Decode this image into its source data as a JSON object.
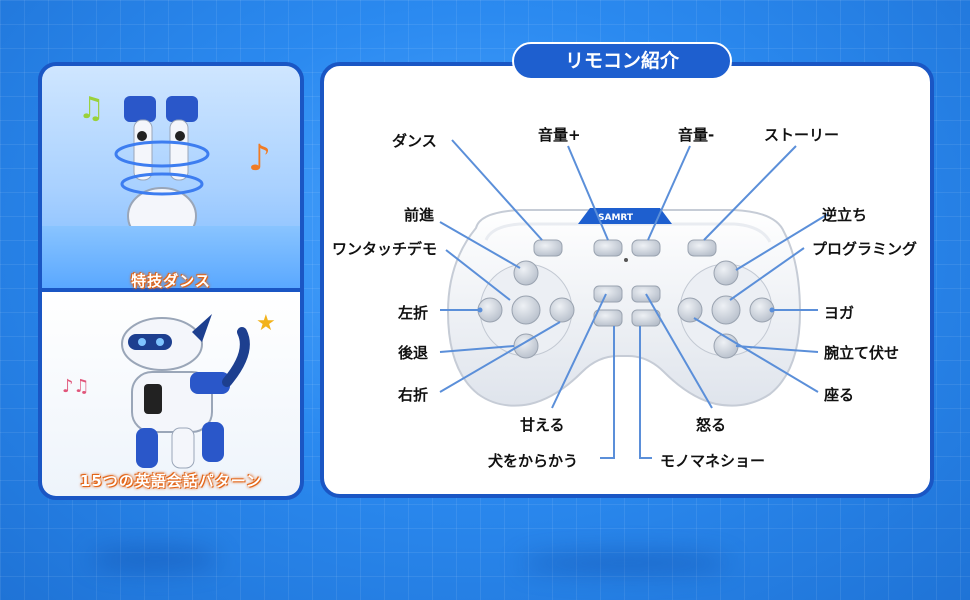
{
  "title": "リモコン紹介",
  "panels": {
    "top_caption": "特技ダンス",
    "bottom_caption": "15つの英語会話パターン"
  },
  "remote": {
    "brand": "SAMRT"
  },
  "labels": {
    "dance": "ダンス",
    "volume_up": "音量+",
    "volume_down": "音量-",
    "story": "ストーリー",
    "forward": "前進",
    "one_touch_demo": "ワンタッチデモ",
    "turn_left": "左折",
    "backward": "後退",
    "turn_right": "右折",
    "handstand": "逆立ち",
    "programming": "プログラミング",
    "yoga": "ヨガ",
    "push_ups": "腕立て伏せ",
    "sit": "座る",
    "spoiled": "甘える",
    "tease_dog": "犬をからかう",
    "angry": "怒る",
    "mimicry_show": "モノマネショー"
  },
  "colors": {
    "accent": "#1e5fcf",
    "border": "#1a56c4",
    "caption_outline": "#e2661a"
  }
}
